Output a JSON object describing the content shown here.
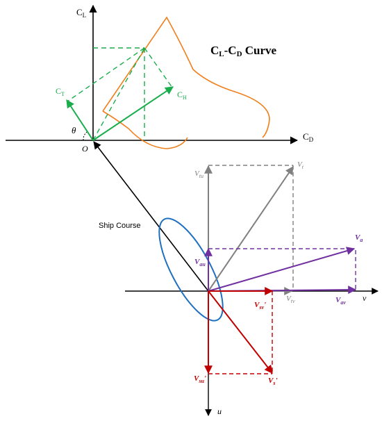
{
  "title": {
    "main_a": "C",
    "sub_a": "L",
    "dash": "-C",
    "sub_b": "D",
    "rest": " Curve"
  },
  "labels": {
    "cl_axis_main": "C",
    "cl_axis_sub": "L",
    "cd_axis_main": "C",
    "cd_axis_sub": "D",
    "ct_main": "C",
    "ct_sub": "T",
    "ch_main": "C",
    "ch_sub": "H",
    "theta": "θ",
    "origin": "O",
    "ship_course": "Ship Course",
    "vt_main": "V",
    "vt_sub": "t",
    "vtu_main": "V",
    "vtu_sub": "tu",
    "vtv_main": "V",
    "vtv_sub": "tv",
    "va_main": "V",
    "va_sub": "a",
    "vau_main": "V",
    "vau_sub": "au",
    "vav_main": "V",
    "vav_sub": "av",
    "vsv_main": "V",
    "vsv_sub": "sv",
    "vsv_prime": "'",
    "vsu_main": "V",
    "vsu_sub": "su",
    "vsu_prime": "'",
    "vs_main": "V",
    "vs_sub": "s",
    "vs_prime": "'",
    "v_axis": "v",
    "u_axis": "u"
  },
  "colors": {
    "axis": "#000000",
    "polar_curve": "#f07f1c",
    "force": "#1aad4b",
    "true_wind": "#808080",
    "apparent_wind": "#7030a0",
    "ship_velocity": "#c00000",
    "ship_course": "#1f6fc1"
  }
}
